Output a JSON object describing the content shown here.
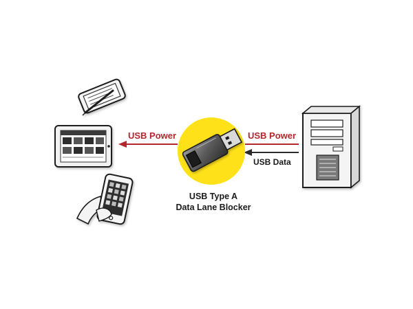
{
  "labels": {
    "usb_power_left": "USB Power",
    "usb_power_right": "USB Power",
    "usb_data": "USB Data",
    "device_title_line1": "USB Type A",
    "device_title_line2": "Data Lane Blocker"
  },
  "colors": {
    "power_arrow": "#b3262b",
    "data_arrow": "#2b2b2b",
    "highlight_circle": "#ffe11a"
  },
  "icons": [
    "phone-with-stylus-icon",
    "tablet-icon",
    "smartphone-in-hand-icon",
    "usb-adapter-icon",
    "desktop-tower-icon"
  ]
}
